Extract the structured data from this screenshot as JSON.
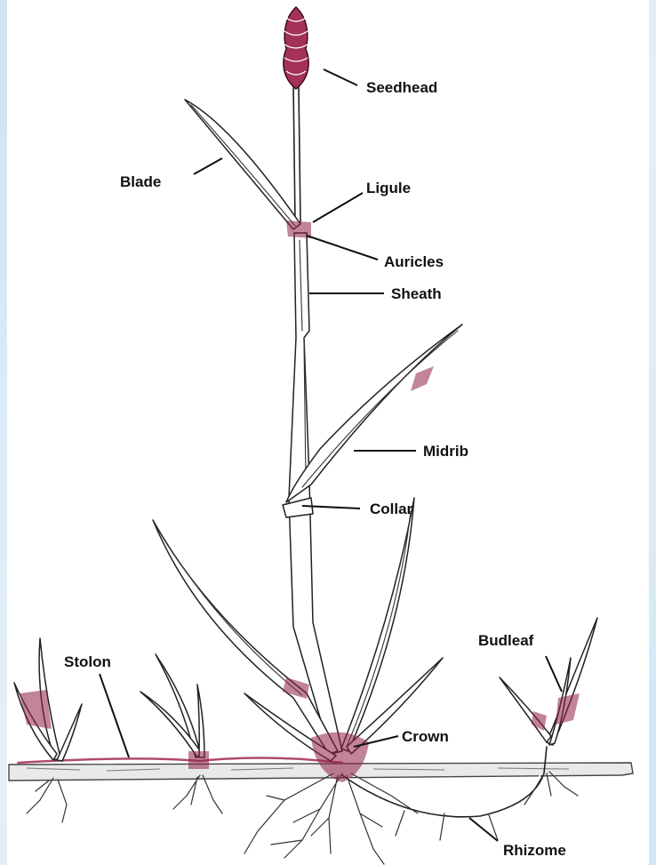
{
  "diagram": {
    "labels": {
      "seedhead": "Seedhead",
      "blade": "Blade",
      "ligule": "Ligule",
      "auricles": "Auricles",
      "sheath": "Sheath",
      "midrib": "Midrib",
      "collar": "Collar",
      "stolon": "Stolon",
      "budleaf": "Budleaf",
      "crown": "Crown",
      "rhizome": "Rhizome"
    },
    "colors": {
      "background": "#d8e9f5",
      "panel": "#ffffff",
      "highlight": "#8e1f45",
      "ink": "#222222"
    }
  }
}
